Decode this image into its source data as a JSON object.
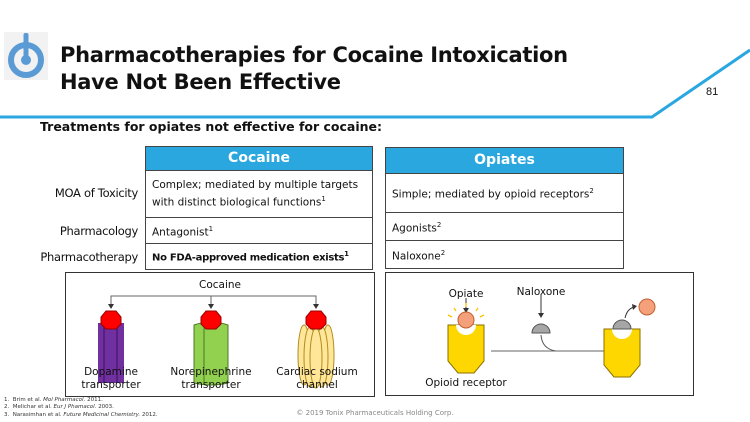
{
  "header": {
    "title_line1": "Pharmacotherapies for Cocaine Intoxication",
    "title_line2": "Have Not Been Effective",
    "page_number": "81"
  },
  "subtitle": "Treatments for opiates not effective for cocaine:",
  "row_labels": [
    "MOA of Toxicity",
    "Pharmacology",
    "Pharmacotherapy"
  ],
  "cocaine_table": {
    "header": "Cocaine",
    "cells": [
      {
        "text": "Complex; mediated by multiple targets with distinct biological functions",
        "sup": "1"
      },
      {
        "text": "Antagonist",
        "sup": "1"
      },
      {
        "text": "No FDA-approved medication exists",
        "sup": "1"
      }
    ]
  },
  "opiates_table": {
    "header": "Opiates",
    "cells": [
      {
        "text": "Simple; mediated by opioid receptors",
        "sup": "2"
      },
      {
        "text": "Agonists",
        "sup": "2"
      },
      {
        "text": "Naloxone",
        "sup": "2"
      }
    ]
  },
  "cocaine_diagram": {
    "top_label": "Cocaine",
    "targets": [
      "Dopamine transporter",
      "Norepinephrine transporter",
      "Cardiac sodium channel"
    ]
  },
  "opiate_diagram": {
    "opiate_label": "Opiate",
    "naloxone_label": "Naloxone",
    "receptor_label": "Opioid receptor"
  },
  "footnotes": [
    {
      "num": "1.",
      "authors": "Brim et al.",
      "journal": "Mol Pharmacol.",
      "year": "2011."
    },
    {
      "num": "2.",
      "authors": "Melichar et al.",
      "journal": "Eur J Phamacol.",
      "year": "2003."
    },
    {
      "num": "3.",
      "authors": "Narasimhan et al.",
      "journal": "Future Medicinal Chemistry.",
      "year": "2012."
    }
  ],
  "copyright": "© 2019 Tonix Pharmaceuticals Holding Corp.",
  "colors": {
    "accent": "#2aa7df",
    "logo": "#5b9bd5"
  }
}
